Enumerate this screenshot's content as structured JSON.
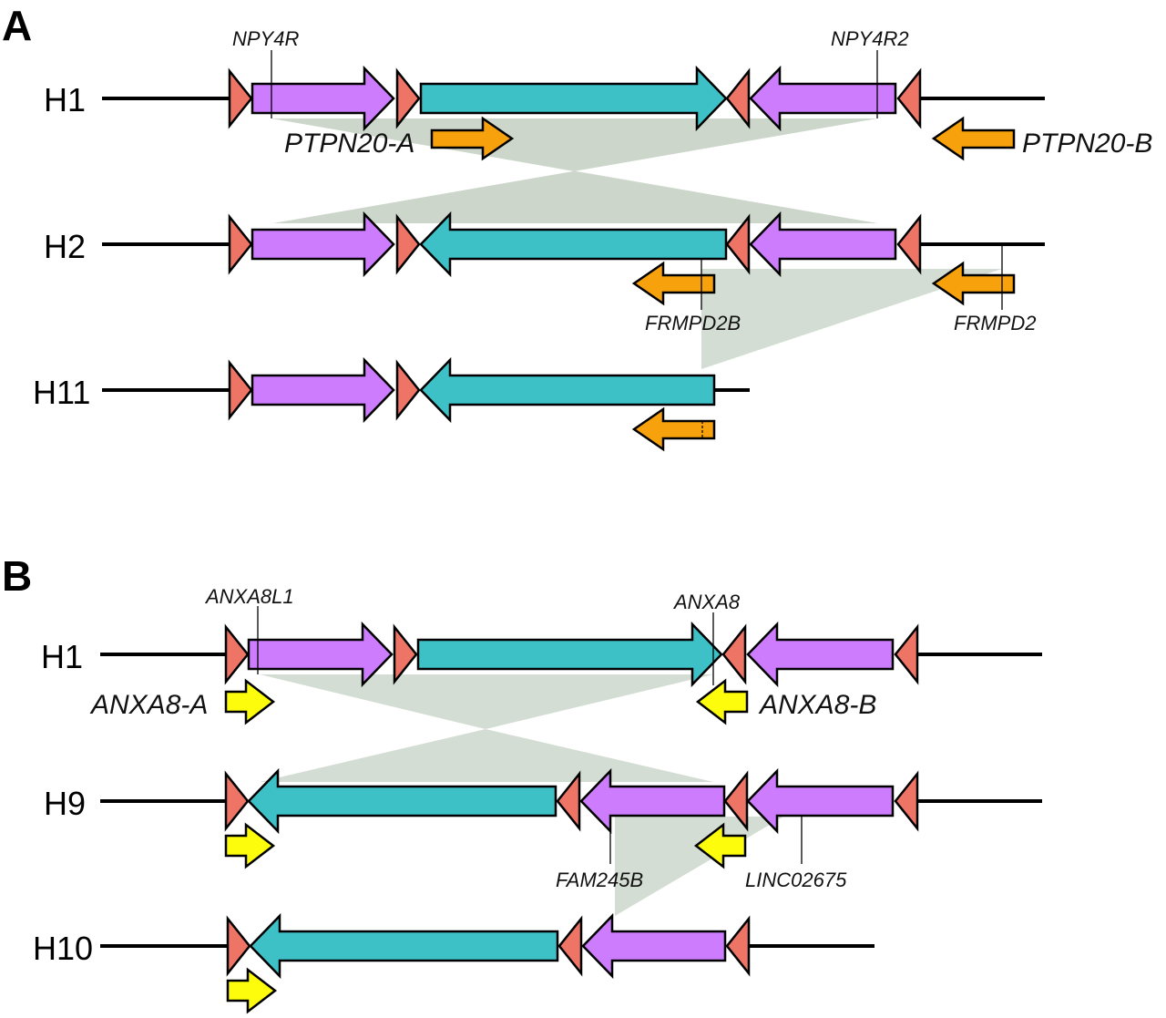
{
  "colors": {
    "repeat_triangle": "#ee7466",
    "purple_segment": "#cc7cfc",
    "teal_segment": "#3ec1c6",
    "orange_marker": "#f7a20c",
    "yellow_marker": "#fcfc0c",
    "homology_band": "#c9d4c8"
  },
  "panels": [
    {
      "id": "A",
      "letter": "A",
      "haplotypes": [
        {
          "name": "H1",
          "elements": [
            {
              "type": "triangle",
              "dir": "right"
            },
            {
              "type": "segment",
              "color": "purple",
              "dir": "right"
            },
            {
              "type": "triangle",
              "dir": "right"
            },
            {
              "type": "segment",
              "color": "teal",
              "dir": "right"
            },
            {
              "type": "triangle",
              "dir": "left"
            },
            {
              "type": "segment",
              "color": "purple",
              "dir": "left"
            },
            {
              "type": "triangle",
              "dir": "left"
            }
          ],
          "genes": [
            "NPY4R",
            "NPY4R2"
          ],
          "markers": [
            {
              "label": "PTPN20-A",
              "color": "orange",
              "dir": "right"
            },
            {
              "label": "PTPN20-B",
              "color": "orange",
              "dir": "left"
            }
          ]
        },
        {
          "name": "H2",
          "elements": [
            {
              "type": "triangle",
              "dir": "right"
            },
            {
              "type": "segment",
              "color": "purple",
              "dir": "right"
            },
            {
              "type": "triangle",
              "dir": "right"
            },
            {
              "type": "segment",
              "color": "teal",
              "dir": "left"
            },
            {
              "type": "triangle",
              "dir": "left"
            },
            {
              "type": "segment",
              "color": "purple",
              "dir": "left"
            },
            {
              "type": "triangle",
              "dir": "left"
            }
          ],
          "genes": [
            "FRMPD2B",
            "FRMPD2"
          ],
          "markers": [
            {
              "label": "",
              "color": "orange",
              "dir": "left"
            },
            {
              "label": "",
              "color": "orange",
              "dir": "left"
            }
          ]
        },
        {
          "name": "H11",
          "elements": [
            {
              "type": "triangle",
              "dir": "right"
            },
            {
              "type": "segment",
              "color": "purple",
              "dir": "right"
            },
            {
              "type": "triangle",
              "dir": "right"
            },
            {
              "type": "segment",
              "color": "teal",
              "dir": "left"
            }
          ],
          "genes": [],
          "markers": [
            {
              "label": "",
              "color": "orange",
              "dir": "left"
            }
          ]
        }
      ]
    },
    {
      "id": "B",
      "letter": "B",
      "haplotypes": [
        {
          "name": "H1",
          "elements": [
            {
              "type": "triangle",
              "dir": "right"
            },
            {
              "type": "segment",
              "color": "purple",
              "dir": "right"
            },
            {
              "type": "triangle",
              "dir": "right"
            },
            {
              "type": "segment",
              "color": "teal",
              "dir": "right"
            },
            {
              "type": "triangle",
              "dir": "left"
            },
            {
              "type": "segment",
              "color": "purple",
              "dir": "left"
            },
            {
              "type": "triangle",
              "dir": "left"
            }
          ],
          "genes": [
            "ANXA8L1",
            "ANXA8"
          ],
          "markers": [
            {
              "label": "ANXA8-A",
              "color": "yellow",
              "dir": "right"
            },
            {
              "label": "ANXA8-B",
              "color": "yellow",
              "dir": "left"
            }
          ]
        },
        {
          "name": "H9",
          "elements": [
            {
              "type": "triangle",
              "dir": "right"
            },
            {
              "type": "segment",
              "color": "teal",
              "dir": "left"
            },
            {
              "type": "triangle",
              "dir": "left"
            },
            {
              "type": "segment",
              "color": "purple",
              "dir": "left"
            },
            {
              "type": "triangle",
              "dir": "left"
            },
            {
              "type": "segment",
              "color": "purple",
              "dir": "left"
            },
            {
              "type": "triangle",
              "dir": "left"
            }
          ],
          "genes": [
            "FAM245B",
            "LINC02675"
          ],
          "markers": [
            {
              "label": "",
              "color": "yellow",
              "dir": "right"
            },
            {
              "label": "",
              "color": "yellow",
              "dir": "left"
            }
          ]
        },
        {
          "name": "H10",
          "elements": [
            {
              "type": "triangle",
              "dir": "right"
            },
            {
              "type": "segment",
              "color": "teal",
              "dir": "left"
            },
            {
              "type": "triangle",
              "dir": "left"
            },
            {
              "type": "segment",
              "color": "purple",
              "dir": "left"
            },
            {
              "type": "triangle",
              "dir": "left"
            }
          ],
          "genes": [],
          "markers": [
            {
              "label": "",
              "color": "yellow",
              "dir": "right"
            }
          ]
        }
      ]
    }
  ]
}
